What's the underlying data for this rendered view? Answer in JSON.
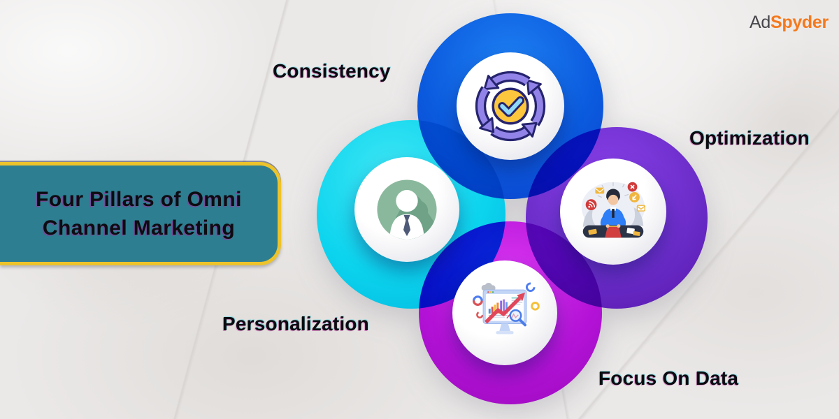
{
  "brand": {
    "logo_prefix": "Ad",
    "logo_suffix": "Spyder",
    "logo_prefix_color": "#454549",
    "logo_suffix_color": "#f5791d"
  },
  "title": {
    "line1": "Four Pillars of Omni",
    "line2": "Channel Marketing",
    "full": "Four Pillars of Omni Channel Marketing",
    "box_color": "#2d7e91",
    "border_color": "#edc32c",
    "text_color": "#0c0c12"
  },
  "pillars": [
    {
      "label": "Consistency",
      "circle_color": "#0e6ee6",
      "icon": "cycle-arrows-check-icon",
      "icon_desc": "purple circular refresh arrows around a yellow checkmark badge"
    },
    {
      "label": "Optimization",
      "circle_color": "#6a2cc8",
      "icon": "person-at-laptop-icon",
      "icon_desc": "man in blue sweater working on red laptop at desk with floating channel icons"
    },
    {
      "label": "Personalization",
      "circle_color": "#0ad9ef",
      "icon": "user-avatar-icon",
      "icon_desc": "white person avatar with tie inside green badge"
    },
    {
      "label": "Focus On Data",
      "circle_color": "#bb16dd",
      "icon": "analytics-monitor-icon",
      "icon_desc": "monitor with bar charts, rising red arrow and magnifying glass"
    }
  ]
}
